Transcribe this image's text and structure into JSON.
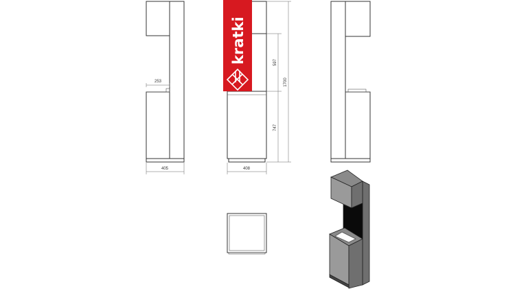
{
  "dimensions": {
    "side_left_width": "405",
    "side_left_opening": "253",
    "front_width": "408",
    "front_total_height": "1700",
    "front_top_section": "597",
    "front_bottom_section": "747"
  },
  "logo": {
    "text": "kratki",
    "background_color": "#d71920",
    "text_color": "#ffffff"
  },
  "colors": {
    "line": "#333333",
    "iso_face_dark": "#6f6f6f",
    "iso_face_light": "#9a9a9a",
    "iso_top": "#8a8a8a",
    "opening": "#0a0a0a"
  }
}
